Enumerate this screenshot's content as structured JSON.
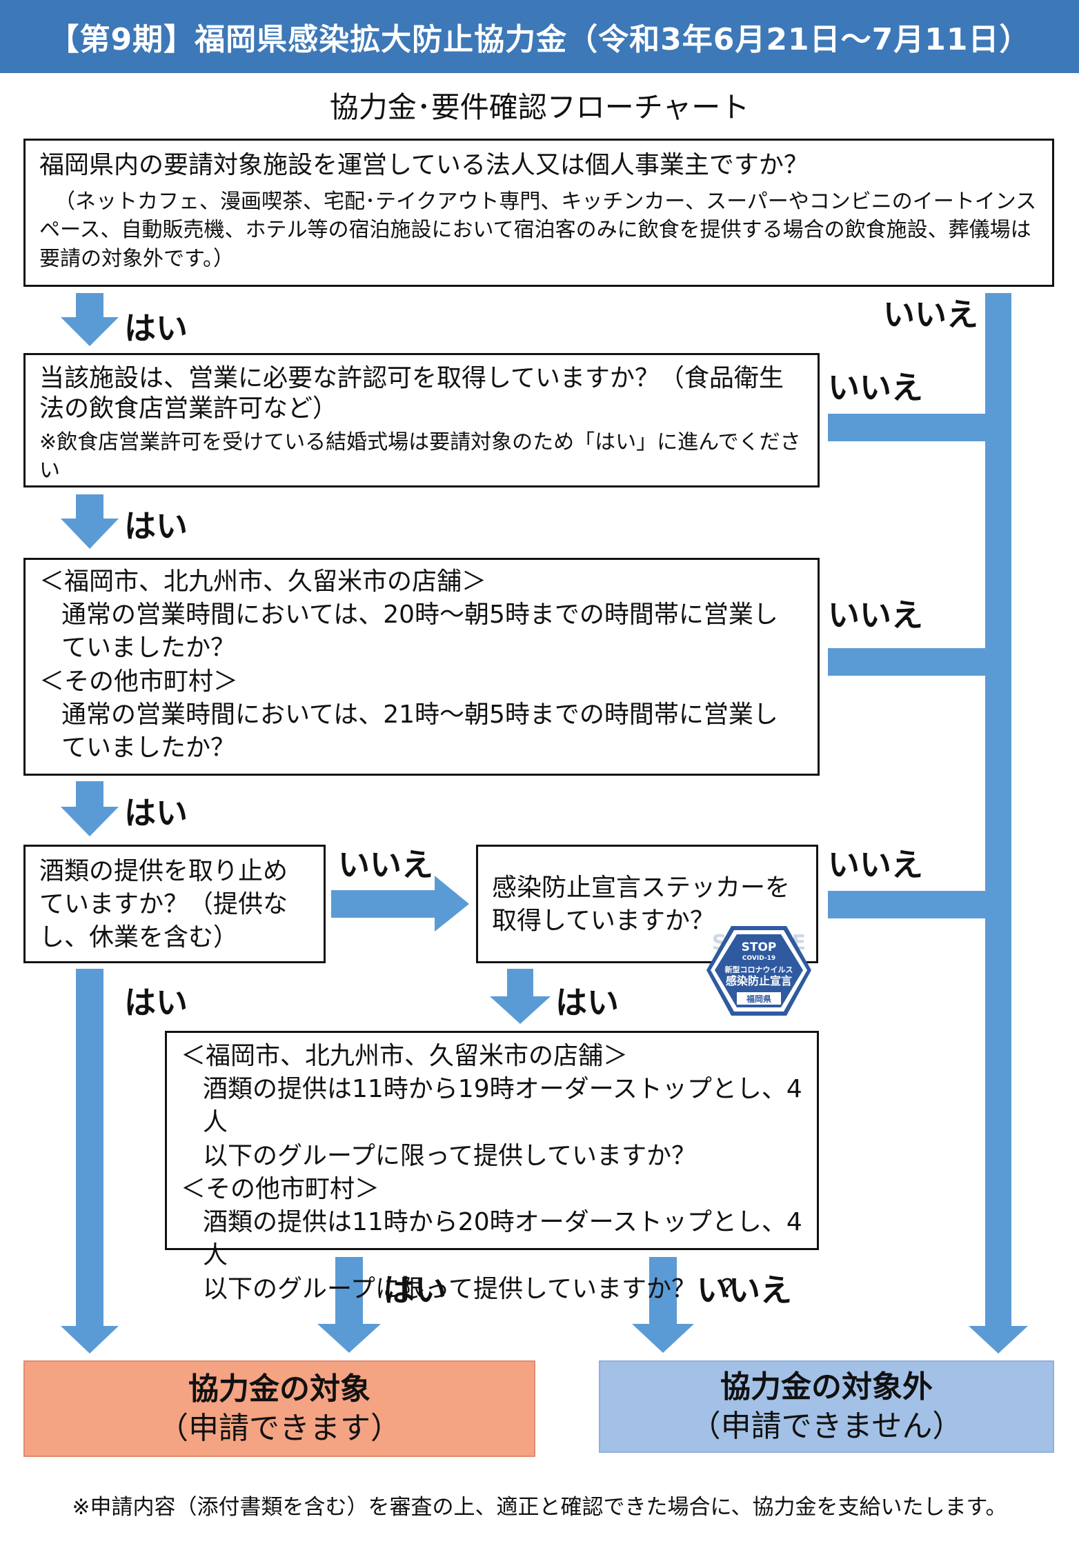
{
  "header": {
    "title": "【第9期】福岡県感染拡大防止協力金（令和3年6月21日～7月11日）"
  },
  "subtitle": "協力金･要件確認フローチャート",
  "q1": {
    "question": "福岡県内の要請対象施設を運営している法人又は個人事業主ですか？",
    "note": "（ネットカフェ、漫画喫茶、宅配･テイクアウト専門、キッチンカー、スーパーやコンビニのイートインスペース、自動販売機、ホテル等の宿泊施設において宿泊客のみに飲食を提供する場合の飲食施設、葬儀場は要請の対象外です。）"
  },
  "q2": {
    "question": "当該施設は、営業に必要な許認可を取得していますか？（食品衛生法の飲食店営業許可など）",
    "note": "※飲食店営業許可を受けている結婚式場は要請対象のため「はい」に進んでください"
  },
  "q3": {
    "lines": [
      "＜福岡市、北九州市、久留米市の店舗＞",
      "通常の営業時間においては、20時～朝5時までの時間帯に営業し",
      "ていましたか？",
      "＜その他市町村＞",
      "通常の営業時間においては、21時～朝5時までの時間帯に営業し",
      "ていましたか？"
    ]
  },
  "q4": {
    "question": "酒類の提供を取り止めていますか？（提供なし、休業を含む）"
  },
  "q5": {
    "question": "感染防止宣言ステッカーを取得していますか？"
  },
  "q6": {
    "lines": [
      "＜福岡市、北九州市、久留米市の店舗＞",
      "酒類の提供は11時から19時オーダーストップとし、4人",
      "以下のグループに限って提供していますか？",
      "＜その他市町村＞",
      "酒類の提供は11時から20時オーダーストップとし、4人",
      "以下のグループに限って提供していますか？　？"
    ]
  },
  "labels": {
    "yes": "はい",
    "no": "いいえ"
  },
  "results": {
    "eligible": {
      "title": "協力金の対象",
      "sub": "（申請できます）"
    },
    "ineligible": {
      "title": "協力金の対象外",
      "sub": "（申請できません）"
    }
  },
  "sticker": {
    "watermark": "SAMPLE",
    "stop": "STOP",
    "covid": "COVID-19",
    "line1": "新型コロナウイルス",
    "line2": "感染防止宣言",
    "pref": "福岡県"
  },
  "footer": "※申請内容（添付書類を含む）を審査の上、適正と確認できた場合に、協力金を支給いたします。",
  "colors": {
    "header": "#3d78b8",
    "arrow": "#5b9bd5",
    "eligible": "#f4a383",
    "ineligible": "#a3c1e6"
  }
}
